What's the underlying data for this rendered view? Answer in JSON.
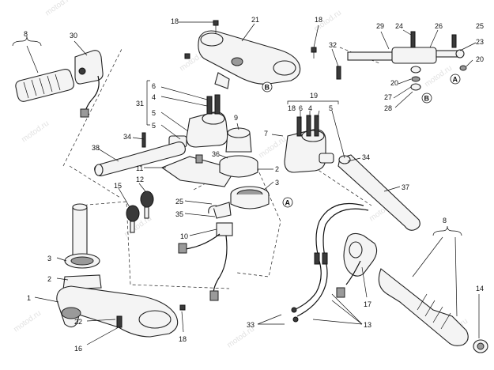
{
  "watermark": "motod.ru",
  "callouts": [
    {
      "id": "c1",
      "text": "1"
    },
    {
      "id": "c2",
      "text": "2"
    },
    {
      "id": "c3",
      "text": "3"
    },
    {
      "id": "c4",
      "text": "4"
    },
    {
      "id": "c5",
      "text": "5"
    },
    {
      "id": "c6",
      "text": "6"
    },
    {
      "id": "c7",
      "text": "7"
    },
    {
      "id": "c8",
      "text": "8"
    },
    {
      "id": "c9",
      "text": "9"
    },
    {
      "id": "c10",
      "text": "10"
    },
    {
      "id": "c11",
      "text": "11"
    },
    {
      "id": "c12",
      "text": "12"
    },
    {
      "id": "c13",
      "text": "13"
    },
    {
      "id": "c14",
      "text": "14"
    },
    {
      "id": "c15",
      "text": "15"
    },
    {
      "id": "c16",
      "text": "16"
    },
    {
      "id": "c17",
      "text": "17"
    },
    {
      "id": "c18",
      "text": "18"
    },
    {
      "id": "c19",
      "text": "19"
    },
    {
      "id": "c20",
      "text": "20"
    },
    {
      "id": "c21",
      "text": "21"
    },
    {
      "id": "c22",
      "text": "22"
    },
    {
      "id": "c23",
      "text": "23"
    },
    {
      "id": "c24",
      "text": "24"
    },
    {
      "id": "c25",
      "text": "25"
    },
    {
      "id": "c26",
      "text": "26"
    },
    {
      "id": "c27",
      "text": "27"
    },
    {
      "id": "c28",
      "text": "28"
    },
    {
      "id": "c29",
      "text": "29"
    },
    {
      "id": "c30",
      "text": "30"
    },
    {
      "id": "c31",
      "text": "31"
    },
    {
      "id": "c32",
      "text": "32"
    },
    {
      "id": "c33",
      "text": "33"
    },
    {
      "id": "c34",
      "text": "34"
    },
    {
      "id": "c35",
      "text": "35"
    },
    {
      "id": "c36",
      "text": "36"
    },
    {
      "id": "c37",
      "text": "37"
    },
    {
      "id": "c38",
      "text": "38"
    }
  ],
  "refs": {
    "a": "A",
    "b": "B"
  }
}
